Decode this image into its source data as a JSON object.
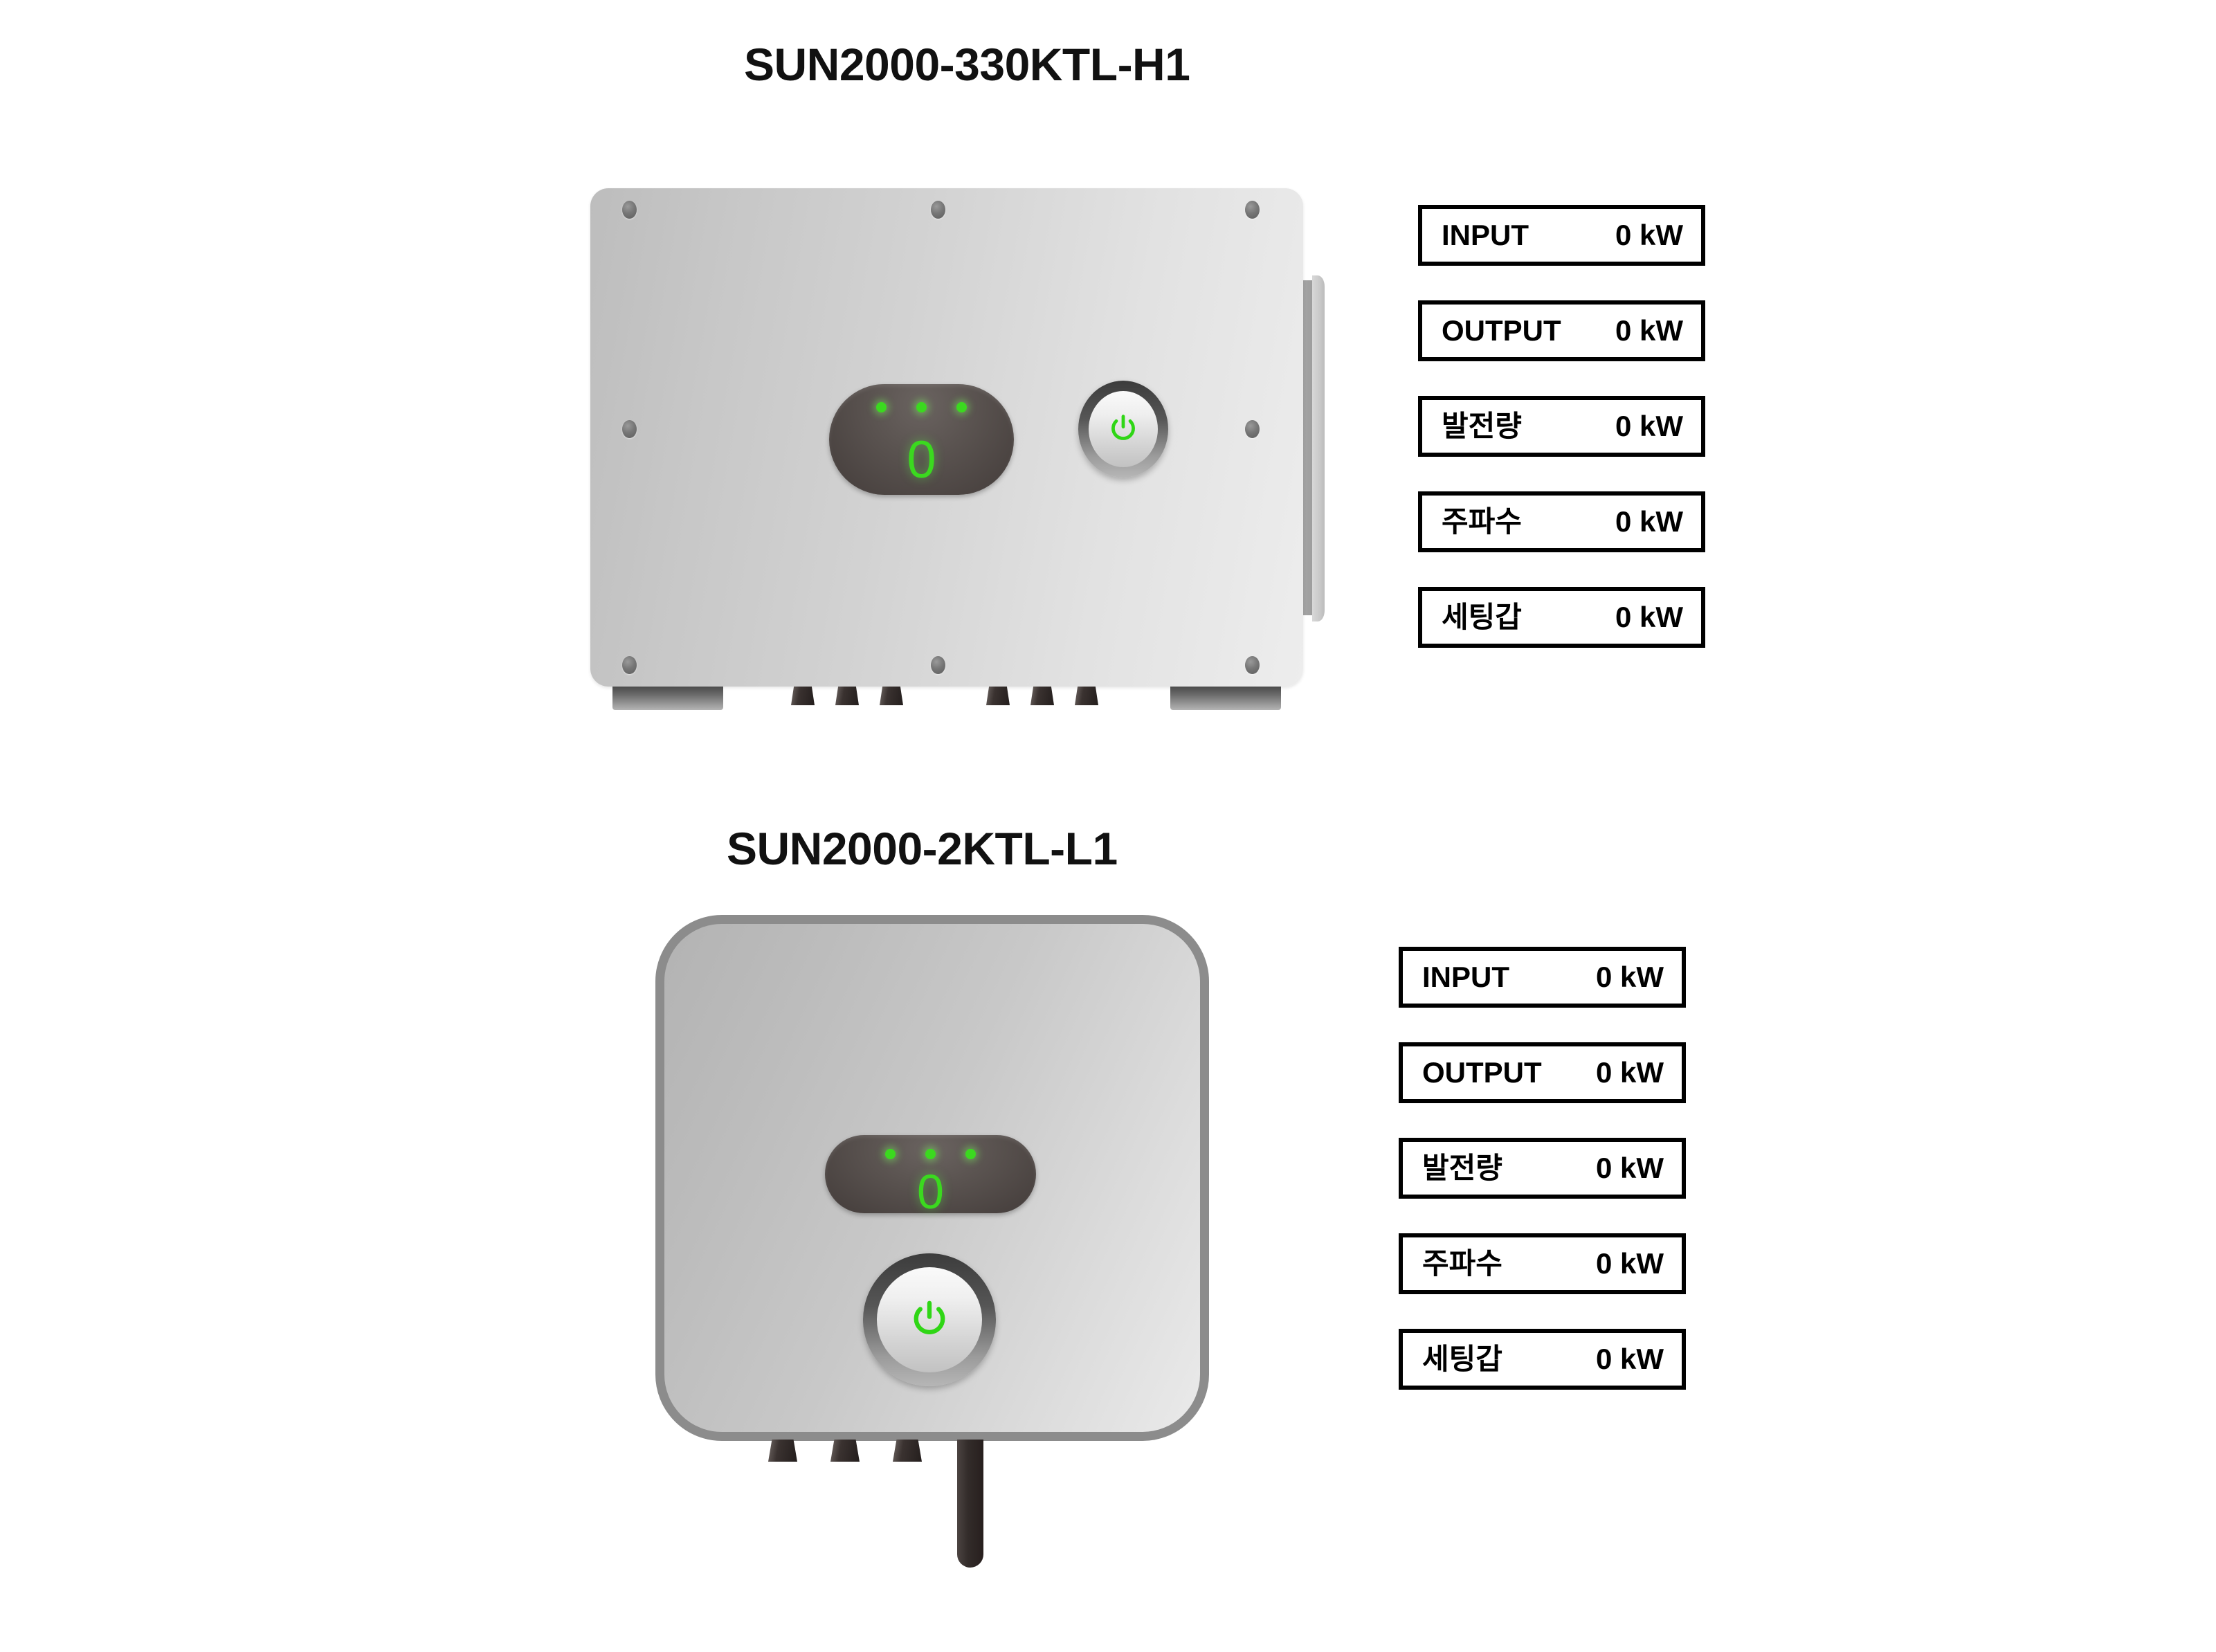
{
  "devices": [
    {
      "id": "sun2000-330ktl-h1",
      "title": "SUN2000-330KTL-H1",
      "display": {
        "digit": "0",
        "led_count": 3,
        "led_color": "#3bd91f"
      },
      "power_button": {
        "icon": "power-icon",
        "state_color": "#2fd615"
      },
      "readouts": [
        {
          "label": "INPUT",
          "value": "0 kW"
        },
        {
          "label": "OUTPUT",
          "value": "0 kW"
        },
        {
          "label": "발전량",
          "value": "0 kW"
        },
        {
          "label": "주파수",
          "value": "0 kW"
        },
        {
          "label": "세팅갑",
          "value": "0 kW"
        }
      ]
    },
    {
      "id": "sun2000-2ktl-l1",
      "title": "SUN2000-2KTL-L1",
      "display": {
        "digit": "0",
        "led_count": 3,
        "led_color": "#3bd91f"
      },
      "power_button": {
        "icon": "power-icon",
        "state_color": "#2fd615"
      },
      "readouts": [
        {
          "label": "INPUT",
          "value": "0 kW"
        },
        {
          "label": "OUTPUT",
          "value": "0 kW"
        },
        {
          "label": "발전량",
          "value": "0 kW"
        },
        {
          "label": "주파수",
          "value": "0 kW"
        },
        {
          "label": "세팅갑",
          "value": "0 kW"
        }
      ]
    }
  ],
  "palette": {
    "background": "#ffffff",
    "box_border": "#000000",
    "text": "#000000",
    "led_green": "#3bd91f",
    "panel_dark": "#544f4d",
    "chassis_grey": "#c8c8c8",
    "chassis_border": "#8c8c8c"
  }
}
